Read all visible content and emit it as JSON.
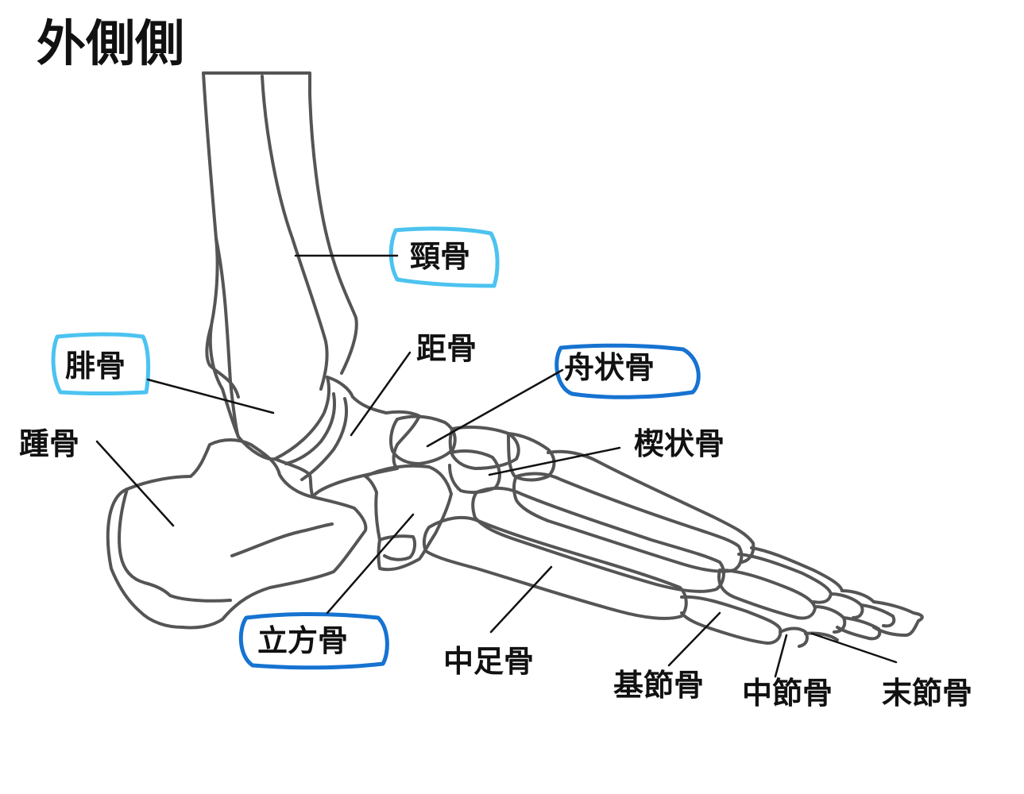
{
  "title": "外側側",
  "colors": {
    "bone_outline": "#555555",
    "leader_line": "#111111",
    "highlight_light_blue": "#4cc3f0",
    "highlight_dark_blue": "#1673d1"
  },
  "labels": {
    "tibia": "頸骨",
    "fibula": "腓骨",
    "talus": "距骨",
    "navicular": "舟状骨",
    "calcaneus": "踵骨",
    "cuneiform": "楔状骨",
    "cuboid": "立方骨",
    "metatarsal": "中足骨",
    "proximal_phalanx": "基節骨",
    "middle_phalanx": "中節骨",
    "distal_phalanx": "末節骨"
  },
  "highlighted": [
    "頸骨",
    "腓骨",
    "舟状骨",
    "立方骨"
  ]
}
